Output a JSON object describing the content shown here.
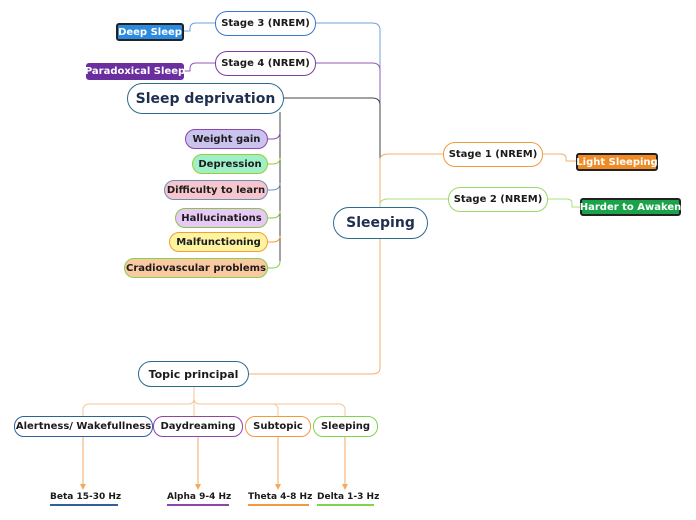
{
  "colors": {
    "blue": "#4a90d9",
    "purple": "#7b3fa0",
    "dark": "#333333",
    "orange": "#f09a3e",
    "green": "#7fd34e",
    "deep_sleep_fill": "#2a8be0",
    "paradoxical_fill": "#6b2e9e",
    "light_sleeping_fill": "#f08a24",
    "awaken_fill": "#1aa34a"
  },
  "central": {
    "label": "Sleeping"
  },
  "stages": {
    "stage3": "Stage 3 (NREM)",
    "stage4": "Stage 4 (NREM)",
    "stage1": "Stage 1 (NREM)",
    "stage2": "Stage 2 (NREM)"
  },
  "tags": {
    "deep_sleep": "Deep Sleep",
    "paradoxical_sleep": "Paradoxical Sleep",
    "light_sleeping": "Light Sleeping",
    "harder_to_awaken": "Harder to Awaken"
  },
  "sleep_deprivation": {
    "label": "Sleep deprivation",
    "effects": [
      {
        "label": "Weight gain",
        "fill": "#c9c3ee",
        "border": "#8e44ad"
      },
      {
        "label": "Depression",
        "fill": "#9ff0c9",
        "border": "#9acd32"
      },
      {
        "label": "Difficulty to learn",
        "fill": "#f6c6cc",
        "border": "#6c8ebf"
      },
      {
        "label": "Hallucinations",
        "fill": "#e6c9f4",
        "border": "#8bc34a"
      },
      {
        "label": "Malfunctioning",
        "fill": "#fdf3a0",
        "border": "#f0a030"
      },
      {
        "label": "Cradiovascular problems",
        "fill": "#fbc9a1",
        "border": "#7fd34e"
      }
    ]
  },
  "topic_principal": {
    "label": "Topic principal",
    "children": [
      {
        "label": "Alertness/ Wakefullness",
        "border": "#2f5f9e",
        "leaf": "Beta 15-30 Hz",
        "leaf_color": "#2f5f9e"
      },
      {
        "label": "Daydreaming",
        "border": "#8e44ad",
        "leaf": "Alpha 9-4 Hz",
        "leaf_color": "#8e44ad"
      },
      {
        "label": "Subtopic",
        "border": "#f09a3e",
        "leaf": "Theta 4-8 Hz",
        "leaf_color": "#f09a3e"
      },
      {
        "label": "Sleeping",
        "border": "#7fd34e",
        "leaf": "Delta 1-3 Hz",
        "leaf_color": "#7fd34e"
      }
    ]
  }
}
